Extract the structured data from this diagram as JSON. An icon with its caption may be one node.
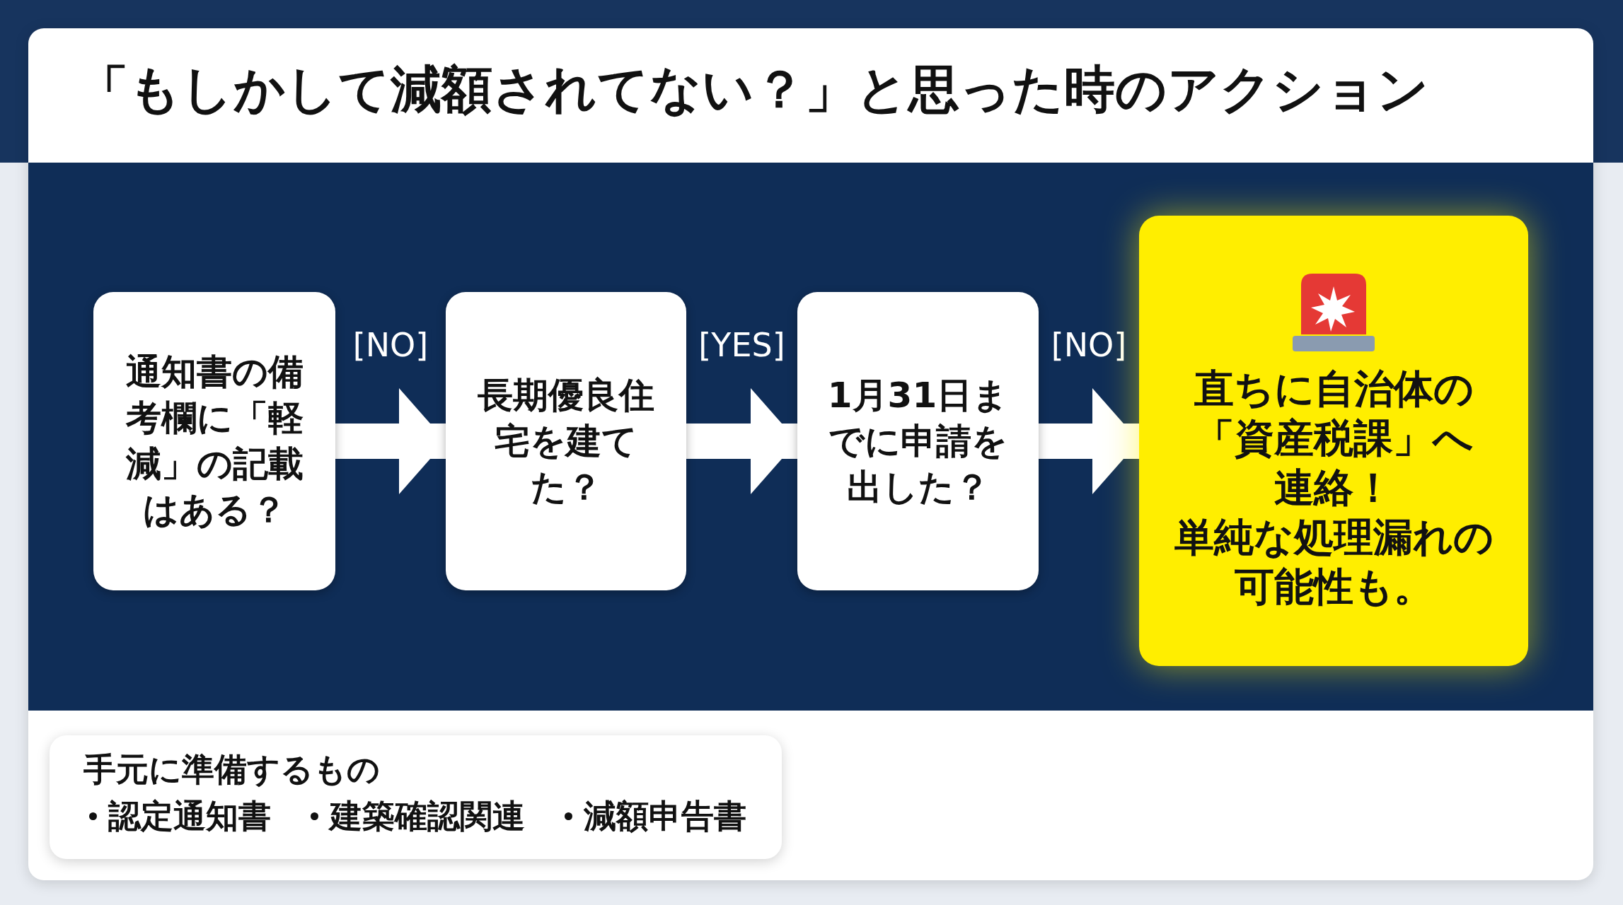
{
  "diagram": {
    "title": "「もしかして減額されてない？」と思った時のアクション",
    "nodes": [
      {
        "text": [
          "通知書の備考欄に「軽減」の記載はある？"
        ]
      },
      {
        "text": [
          "長期優良住宅を建てた？"
        ]
      },
      {
        "text": [
          "1月31日までに申請を出した？"
        ]
      },
      {
        "text": [
          "直ちに自治体の「資産税課」へ連絡！",
          "単純な処理漏れの可能性も。"
        ]
      },
      {
        "text": [
          "手元に準備するもの",
          "認定通知書",
          "建築確認関連",
          "減額申告書"
        ]
      }
    ],
    "edges": [
      {
        "from": 0,
        "to": 1,
        "arrow": "to",
        "label": "[NO]"
      },
      {
        "from": 1,
        "to": 2,
        "arrow": "to",
        "label": "[YES]"
      },
      {
        "from": 2,
        "to": 3,
        "arrow": "to",
        "label": "[NO]"
      }
    ]
  }
}
